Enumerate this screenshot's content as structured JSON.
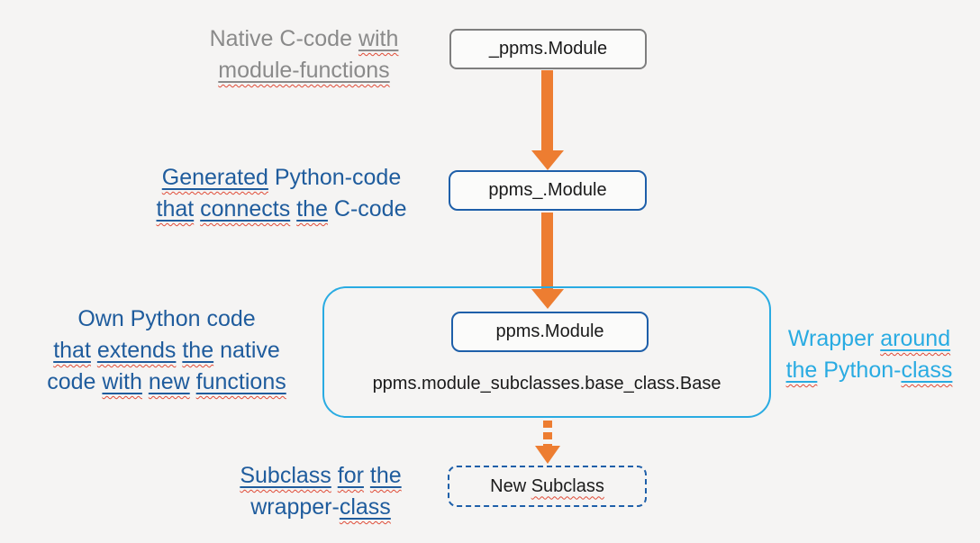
{
  "colors": {
    "background": "#f5f4f3",
    "dark_blue": "#1f5c9d",
    "cyan": "#29abe2",
    "gray_text": "#8a8a8a",
    "gray_border": "#7e7e7e",
    "blue_border": "#1e5fa9",
    "orange": "#ed7d31",
    "squiggle_red": "#e04b37",
    "box_fill": "#fbfbfa",
    "text_black": "#1a1a1a"
  },
  "nodes": {
    "native_box_label": "_ppms.Module",
    "generated_box_label": "ppms_.Module",
    "wrapped_box_label": "ppms.Module",
    "wrapper_base_class": "ppms.module_subclasses.base_class.Base",
    "subclass_box_segments": [
      [
        [
          "New ",
          0
        ],
        [
          "Subclass",
          2
        ]
      ]
    ]
  },
  "labels": {
    "native": {
      "text": "Native C-code with module-functions",
      "lines": [
        [
          [
            "Native C-code ",
            0
          ],
          [
            "with",
            1
          ]
        ],
        [
          [
            "module-functions",
            1
          ]
        ]
      ]
    },
    "generated": {
      "text": "Generated Python-code that connects the C-code",
      "lines": [
        [
          [
            "Generated",
            1
          ],
          [
            " Python-code",
            0
          ]
        ],
        [
          [
            "that",
            1
          ],
          [
            " ",
            0
          ],
          [
            "connects",
            1
          ],
          [
            " ",
            0
          ],
          [
            "the",
            1
          ],
          [
            " C-code",
            0
          ]
        ]
      ]
    },
    "own": {
      "text": "Own Python code that extends the native code with new functions",
      "lines": [
        [
          [
            "Own Python code",
            0
          ]
        ],
        [
          [
            "that",
            1
          ],
          [
            " ",
            0
          ],
          [
            "extends",
            1
          ],
          [
            " ",
            0
          ],
          [
            "the",
            1
          ],
          [
            " native",
            0
          ]
        ],
        [
          [
            "code ",
            0
          ],
          [
            "with",
            1
          ],
          [
            " ",
            0
          ],
          [
            "new",
            1
          ],
          [
            " ",
            0
          ],
          [
            "functions",
            1
          ]
        ]
      ]
    },
    "wrapper": {
      "text": "Wrapper around the Python-class",
      "lines": [
        [
          [
            "Wrapper ",
            0
          ],
          [
            "around",
            1
          ]
        ],
        [
          [
            "the",
            1
          ],
          [
            " Python-",
            0
          ],
          [
            "class",
            1
          ]
        ]
      ]
    },
    "subclass": {
      "text": "Subclass for the wrapper-class",
      "lines": [
        [
          [
            "Subclass",
            1
          ],
          [
            " ",
            0
          ],
          [
            "for",
            1
          ],
          [
            " ",
            0
          ],
          [
            "the",
            1
          ]
        ],
        [
          [
            "wrapper-",
            0
          ],
          [
            "class",
            1
          ]
        ]
      ]
    }
  }
}
